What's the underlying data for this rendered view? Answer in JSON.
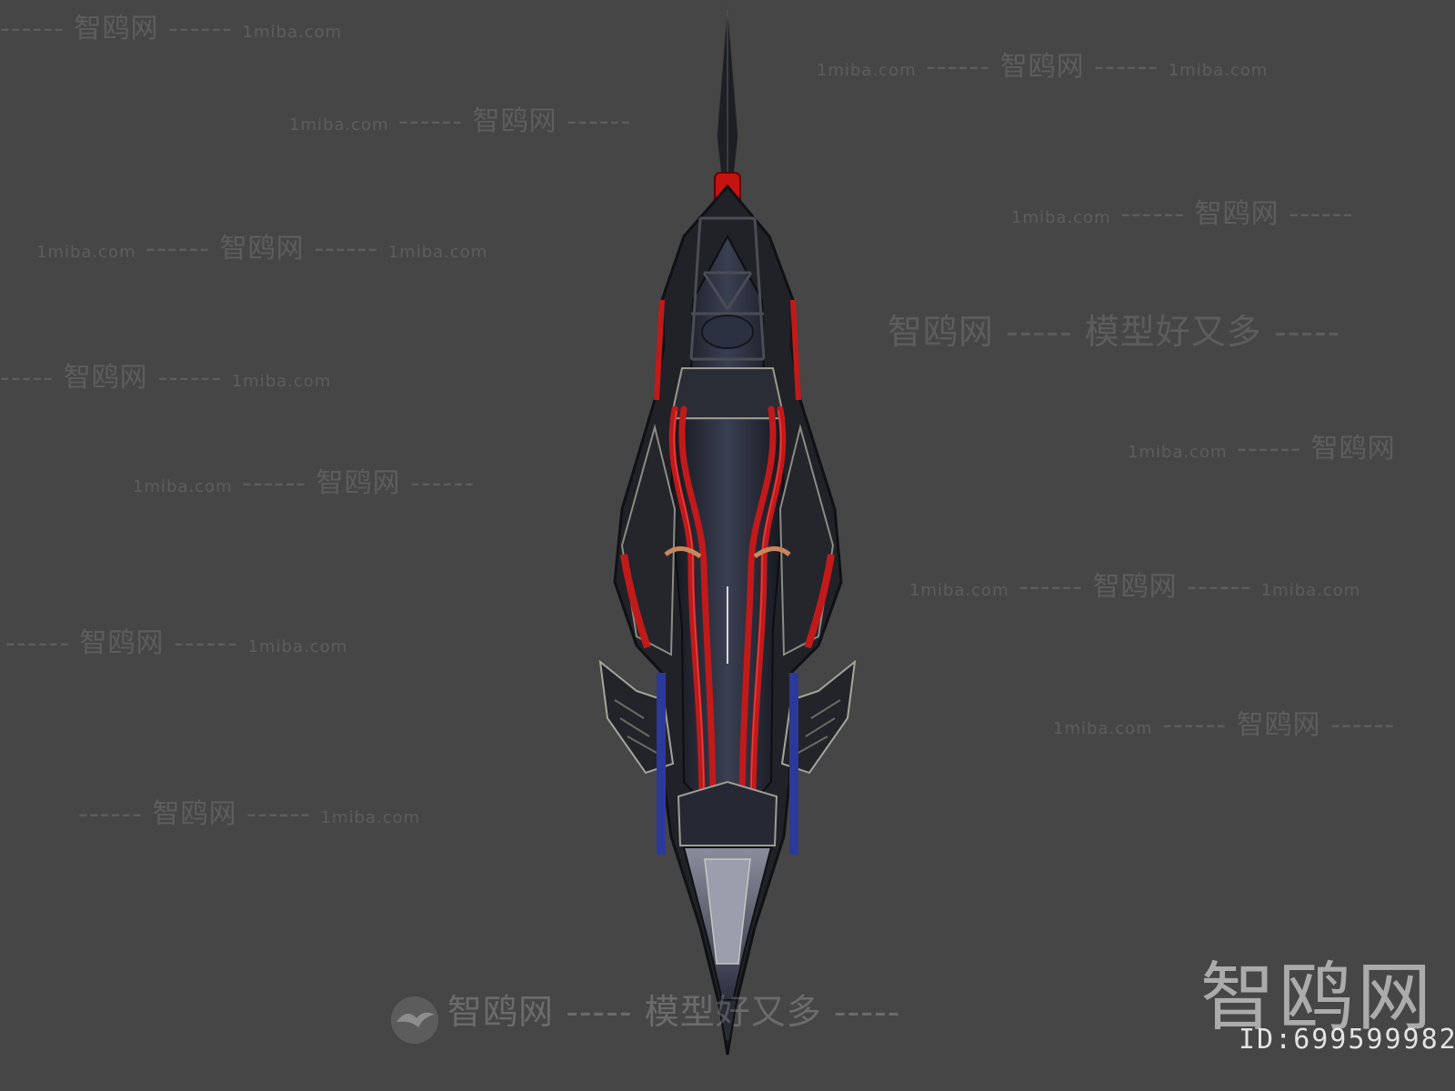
{
  "watermark": {
    "site_name": "智鸥网",
    "domain": "1miba.com",
    "slogan": "模型好又多",
    "dash_short": "-----",
    "dash_long": "------"
  },
  "brand": {
    "logo_text": "智鸥网",
    "id_label": "ID:",
    "id_value": "699599982"
  },
  "colors": {
    "background": "#464646",
    "hull": "#1e2230",
    "frame": "#2a2c30",
    "cable_red": "#c21a1a",
    "engine_blue": "#2b3a9a",
    "trim": "#b9b9b0"
  },
  "icons": {
    "bird_logo": "seagull-icon"
  }
}
